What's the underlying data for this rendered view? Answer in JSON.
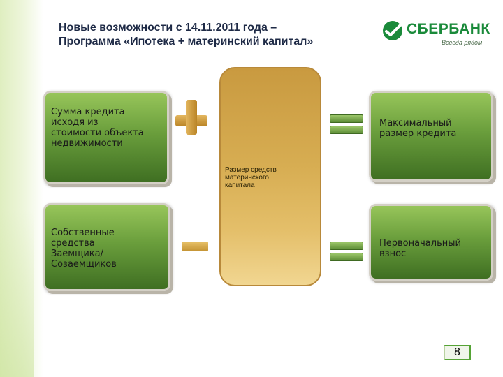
{
  "title": {
    "line1": "Новые возможности с 14.11.2011 года –",
    "line2": "Программа «Ипотека + материнский капитал»"
  },
  "logo": {
    "name": "СБЕРБАНК",
    "slogan": "Всегда рядом",
    "brand_color": "#1a8a3a"
  },
  "boxes": {
    "loan_amount": "Сумма кредита\nисходя из\nстоимости объекта\nнедвижимости",
    "own_funds": "Собственные\nсредства\nЗаемщика/\nСозаемщиков",
    "maternity_capital": "Размер средств\nматеринского\nкапитала",
    "max_loan": "Максимальный\nразмер кредита",
    "down_payment": "Первоначальный\nвзнос"
  },
  "operators": {
    "plus": "plus-icon",
    "minus": "minus-icon",
    "equals": "equals-icon"
  },
  "page_number": "8"
}
